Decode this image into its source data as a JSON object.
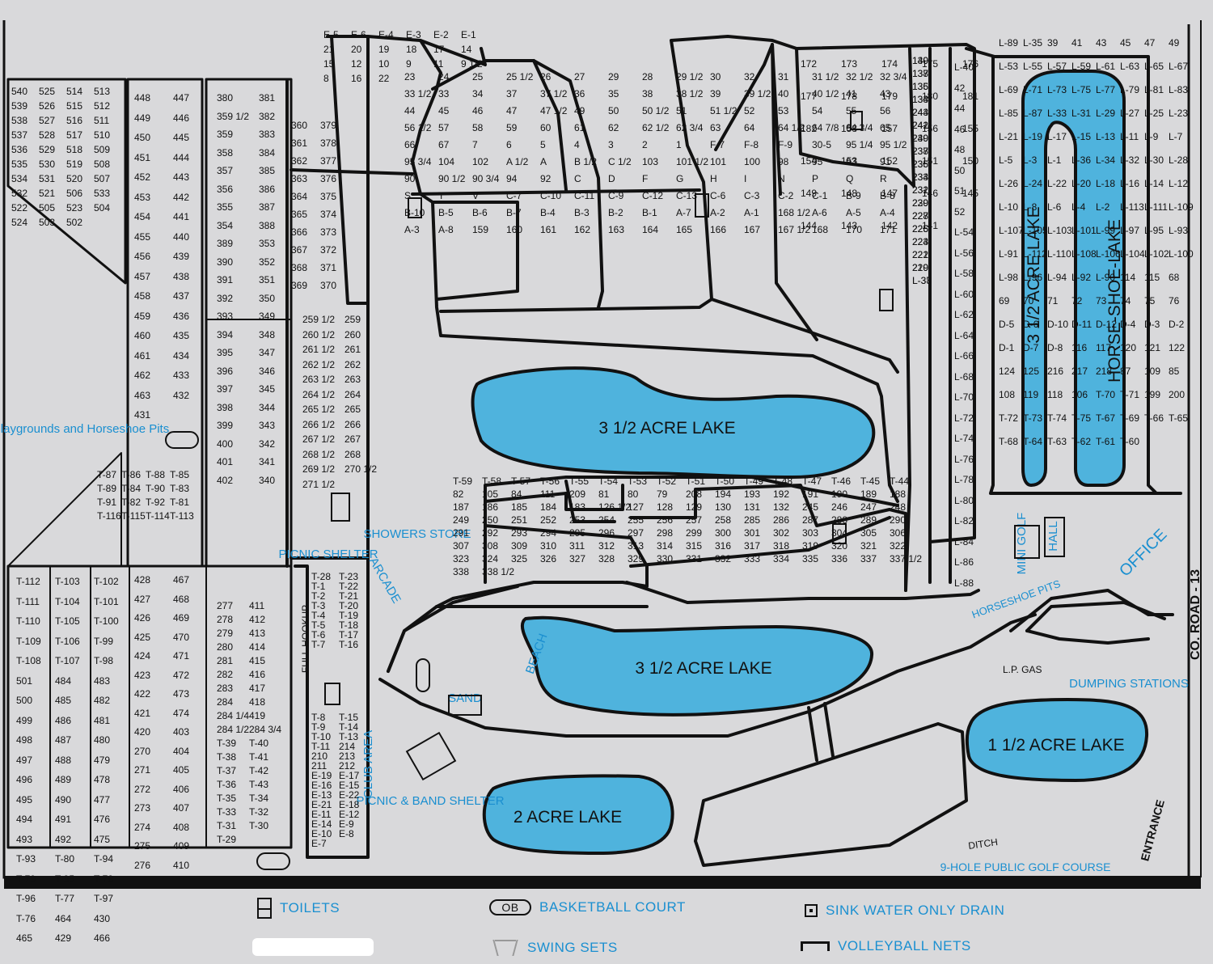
{
  "lakes": [
    {
      "id": "lake-center",
      "label": "3 1/2 ACRE LAKE"
    },
    {
      "id": "lake-lower",
      "label": "3 1/2 ACRE LAKE"
    },
    {
      "id": "lake-2acre",
      "label": "2 ACRE LAKE"
    },
    {
      "id": "lake-1half",
      "label": "1 1/2 ACRE LAKE"
    },
    {
      "id": "lake-right-vertical",
      "label": "3 1/2 ACRE LAKE"
    },
    {
      "id": "horseshoe-lake",
      "label": "HORSE-SHOE-LAKE"
    }
  ],
  "places": {
    "playgrounds": "Playgrounds and Horseshoe Pits",
    "picnic_shelter": "PICNIC SHELTER",
    "showers_store": "SHOWERS STORE",
    "arcade": "ARCADE",
    "full_hookup": "FULL HOOKUP",
    "club_area": "CLUB AREA",
    "picnic_band": "PICNIC & BAND SHELTER",
    "beach": "BEACH",
    "sand": "SAND",
    "mini_golf": "MINI GOLF",
    "hall": "HALL",
    "office": "OFFICE",
    "horseshoe_pits": "HORSESHOE PITS",
    "lp_gas": "L.P. GAS",
    "dumping": "DUMPING STATIONS",
    "entrance": "ENTRANCE",
    "co_road": "CO. ROAD - 13",
    "ditch": "DITCH",
    "golf_course": "9-HOLE PUBLIC GOLF COURSE"
  },
  "legend": {
    "toilets": "TOILETS",
    "basketball": "BASKETBALL COURT",
    "sink": "SINK WATER ONLY DRAIN",
    "swing": "SWING SETS",
    "volleyball": "VOLLEYBALL NETS"
  },
  "colors": {
    "lake": "#4fb3dd",
    "label_blue": "#1a8fd0",
    "road": "#111111",
    "background": "#d9d9db"
  },
  "lots": [
    "540",
    "525",
    "514",
    "513",
    "539",
    "526",
    "515",
    "512",
    "538",
    "527",
    "516",
    "511",
    "537",
    "528",
    "517",
    "510",
    "536",
    "529",
    "518",
    "509",
    "535",
    "530",
    "519",
    "508",
    "534",
    "531",
    "520",
    "507",
    "532",
    "521",
    "506",
    "533",
    "522",
    "505",
    "523",
    "504",
    "524",
    "503",
    "502",
    "448",
    "447",
    "449",
    "446",
    "450",
    "445",
    "451",
    "444",
    "452",
    "443",
    "453",
    "442",
    "454",
    "441",
    "455",
    "440",
    "456",
    "439",
    "457",
    "438",
    "458",
    "437",
    "459",
    "436",
    "460",
    "435",
    "461",
    "434",
    "462",
    "433",
    "463",
    "432",
    "431",
    "380",
    "381",
    "359 1/2",
    "382",
    "359",
    "383",
    "358",
    "384",
    "357",
    "385",
    "356",
    "386",
    "355",
    "387",
    "354",
    "388",
    "389",
    "353",
    "390",
    "352",
    "391",
    "351",
    "392",
    "350",
    "393",
    "349",
    "394",
    "348",
    "395",
    "347",
    "396",
    "346",
    "397",
    "345",
    "398",
    "344",
    "399",
    "343",
    "400",
    "342",
    "401",
    "341",
    "402",
    "340",
    "360",
    "379",
    "361",
    "378",
    "362",
    "377",
    "363",
    "376",
    "364",
    "375",
    "365",
    "374",
    "366",
    "373",
    "367",
    "372",
    "368",
    "371",
    "369",
    "370",
    "259 1/2",
    "259",
    "260 1/2",
    "260",
    "261 1/2",
    "261",
    "262 1/2",
    "262",
    "263 1/2",
    "263",
    "264 1/2",
    "264",
    "265 1/2",
    "265",
    "266 1/2",
    "266",
    "267 1/2",
    "267",
    "268 1/2",
    "268",
    "269 1/2",
    "270 1/2",
    "271 1/2",
    "T-87",
    "T-86",
    "T-88",
    "T-85",
    "T-89",
    "T-84",
    "T-90",
    "T-83",
    "T-91",
    "T-82",
    "T-92",
    "T-81",
    "T-116",
    "T-115",
    "T-114",
    "T-113",
    "T-112",
    "T-103",
    "T-102",
    "T-111",
    "T-104",
    "T-101",
    "T-110",
    "T-105",
    "T-100",
    "T-109",
    "T-106",
    "T-99",
    "T-108",
    "T-107",
    "T-98",
    "501",
    "484",
    "483",
    "500",
    "485",
    "482",
    "499",
    "486",
    "481",
    "498",
    "487",
    "480",
    "497",
    "488",
    "479",
    "496",
    "489",
    "478",
    "495",
    "490",
    "477",
    "494",
    "491",
    "476",
    "493",
    "492",
    "475",
    "T-93",
    "T-80",
    "T-94",
    "T-79",
    "T-95",
    "T-78",
    "T-96",
    "T-77",
    "T-97",
    "T-76",
    "464",
    "430",
    "465",
    "429",
    "466",
    "428",
    "467",
    "427",
    "468",
    "426",
    "469",
    "425",
    "470",
    "424",
    "471",
    "423",
    "472",
    "422",
    "473",
    "421",
    "474",
    "420",
    "403",
    "270",
    "404",
    "271",
    "405",
    "272",
    "406",
    "273",
    "407",
    "274",
    "408",
    "275",
    "409",
    "276",
    "410",
    "277",
    "411",
    "278",
    "412",
    "279",
    "413",
    "280",
    "414",
    "281",
    "415",
    "282",
    "416",
    "283",
    "417",
    "284",
    "418",
    "284 1/4",
    "419",
    "284 1/2",
    "284 3/4",
    "T-39",
    "T-40",
    "T-38",
    "T-41",
    "T-37",
    "T-42",
    "T-36",
    "T-43",
    "T-35",
    "T-34",
    "T-33",
    "T-32",
    "T-31",
    "T-30",
    "T-29",
    "T-28",
    "T-23",
    "T-1",
    "T-22",
    "T-2",
    "T-21",
    "T-3",
    "T-20",
    "T-4",
    "T-19",
    "T-5",
    "T-18",
    "T-6",
    "T-17",
    "T-7",
    "T-16",
    "T-8",
    "T-15",
    "T-9",
    "T-14",
    "T-10",
    "T-13",
    "T-11",
    "214",
    "210",
    "213",
    "211",
    "212",
    "E-19",
    "E-17",
    "E-16",
    "E-15",
    "E-13",
    "E-22",
    "E-21",
    "E-18",
    "E-11",
    "E-12",
    "E-14",
    "E-9",
    "E-10",
    "E-8",
    "E-7",
    "E-5",
    "E-6",
    "E-4",
    "E-3",
    "E-2",
    "E-1",
    "21",
    "20",
    "19",
    "18",
    "17",
    "14",
    "15",
    "12",
    "10",
    "9",
    "11",
    "9 1/2",
    "8",
    "16",
    "22",
    "23",
    "24",
    "25",
    "25 1/2",
    "26",
    "27",
    "29",
    "28",
    "29 1/2",
    "30",
    "32",
    "31",
    "31 1/2",
    "32 1/2",
    "32 3/4",
    "33 1/2",
    "33",
    "34",
    "37",
    "37 1/2",
    "36",
    "35",
    "38",
    "38 1/2",
    "39",
    "39 1/2",
    "40",
    "40 1/2",
    "41",
    "43",
    "44",
    "45",
    "46",
    "47",
    "47 1/2",
    "49",
    "50",
    "50 1/2",
    "51",
    "51 1/2",
    "52",
    "53",
    "54",
    "55",
    "56",
    "56 1/2",
    "57",
    "58",
    "59",
    "60",
    "61",
    "62",
    "62 1/2",
    "62 3/4",
    "63",
    "64",
    "64 1/2",
    "64 7/8",
    "64 3/4",
    "65",
    "66",
    "67",
    "7",
    "6",
    "5",
    "4",
    "3",
    "2",
    "1",
    "F-7",
    "F-8",
    "F-9",
    "30-5",
    "95 1/4",
    "95 1/2",
    "95 3/4",
    "104",
    "102",
    "A 1/2",
    "A",
    "B 1/2",
    "C 1/2",
    "103",
    "101 1/2",
    "101",
    "100",
    "98",
    "95",
    "93",
    "91",
    "90",
    "90 1/2",
    "90 3/4",
    "94",
    "92",
    "C",
    "D",
    "F",
    "G",
    "H",
    "I",
    "N",
    "P",
    "Q",
    "R",
    "S",
    "T",
    "V",
    "C-7",
    "C-10",
    "C-11",
    "C-9",
    "C-12",
    "C-13",
    "C-6",
    "C-3",
    "C-2",
    "C-1",
    "B-9",
    "B-8",
    "B-10",
    "B-5",
    "B-6",
    "B-7",
    "B-4",
    "B-3",
    "B-2",
    "B-1",
    "A-7",
    "A-2",
    "A-1",
    "168 1/2",
    "A-6",
    "A-5",
    "A-4",
    "A-3",
    "A-8",
    "159",
    "160",
    "161",
    "162",
    "163",
    "164",
    "165",
    "166",
    "167",
    "167 1/2",
    "168",
    "170",
    "171",
    "172",
    "173",
    "174",
    "175",
    "176",
    "177",
    "178",
    "179",
    "180",
    "181",
    "182",
    "158",
    "157",
    "156",
    "155",
    "154",
    "153",
    "152",
    "151",
    "150",
    "149",
    "148",
    "147",
    "146",
    "145",
    "144",
    "143",
    "142",
    "141",
    "140",
    "139",
    "138",
    "137",
    "136",
    "135",
    "134",
    "133",
    "244",
    "243",
    "242",
    "241",
    "240",
    "239",
    "238",
    "237",
    "236",
    "235",
    "234",
    "233",
    "232",
    "231",
    "230",
    "229",
    "228",
    "227",
    "226",
    "225",
    "224",
    "223",
    "222",
    "221",
    "220",
    "219",
    "L-37",
    "L-38",
    "L-40",
    "42",
    "44",
    "46",
    "48",
    "50",
    "51",
    "52",
    "L-54",
    "L-56",
    "L-58",
    "L-60",
    "L-62",
    "L-64",
    "L-66",
    "L-68",
    "L-70",
    "L-72",
    "L-74",
    "L-76",
    "L-78",
    "L-80",
    "L-82",
    "L-84",
    "L-86",
    "L-88",
    "L-89",
    "L-35",
    "39",
    "41",
    "43",
    "45",
    "47",
    "49",
    "L-53",
    "L-55",
    "L-57",
    "L-59",
    "L-61",
    "L-63",
    "L-65",
    "L-67",
    "L-69",
    "L-71",
    "L-73",
    "L-75",
    "L-77",
    "L-79",
    "L-81",
    "L-83",
    "L-85",
    "L-87",
    "L-33",
    "L-31",
    "L-29",
    "L-27",
    "L-25",
    "L-23",
    "L-21",
    "L-19",
    "L-17",
    "L-15",
    "L-13",
    "L-11",
    "L-9",
    "L-7",
    "L-5",
    "L-3",
    "L-1",
    "L-36",
    "L-34",
    "L-32",
    "L-30",
    "L-28",
    "L-26",
    "L-24",
    "L-22",
    "L-20",
    "L-18",
    "L-16",
    "L-14",
    "L-12",
    "L-10",
    "L-8",
    "L-6",
    "L-4",
    "L-2",
    "L-113",
    "L-111",
    "L-109",
    "L-107",
    "L-105",
    "L-103",
    "L-101",
    "L-99",
    "L-97",
    "L-95",
    "L-93",
    "L-91",
    "L-112",
    "L-110",
    "L-108",
    "L-106",
    "L-104",
    "L-102",
    "L-100",
    "L-98",
    "L-96",
    "L-94",
    "L-92",
    "L-90",
    "114",
    "115",
    "68",
    "69",
    "70",
    "71",
    "72",
    "73",
    "74",
    "75",
    "76",
    "D-5",
    "D-6",
    "D-10",
    "D-11",
    "D-12",
    "D-4",
    "D-3",
    "D-2",
    "D-1",
    "D-7",
    "D-8",
    "116",
    "117",
    "120",
    "121",
    "122",
    "124",
    "125",
    "216",
    "217",
    "218",
    "87",
    "109",
    "85",
    "108",
    "119",
    "118",
    "106",
    "T-70",
    "T-71",
    "199",
    "200",
    "T-72",
    "T-73",
    "T-74",
    "T-75",
    "T-67",
    "T-69",
    "T-66",
    "T-65",
    "T-68",
    "T-64",
    "T-63",
    "T-62",
    "T-61",
    "T-60",
    "T-59",
    "T-58",
    "T-57",
    "T-56",
    "T-55",
    "T-54",
    "T-53",
    "T-52",
    "T-51",
    "T-50",
    "T-49",
    "T-48",
    "T-47",
    "T-46",
    "T-45",
    "T-44",
    "82",
    "105",
    "84",
    "111",
    "209",
    "81",
    "80",
    "79",
    "208",
    "194",
    "193",
    "192",
    "191",
    "190",
    "189",
    "188",
    "187",
    "186",
    "185",
    "184",
    "183",
    "126 1/2",
    "127",
    "128",
    "129",
    "130",
    "131",
    "132",
    "245",
    "246",
    "247",
    "248",
    "249",
    "250",
    "251",
    "252",
    "253",
    "254",
    "255",
    "256",
    "257",
    "258",
    "285",
    "286",
    "287",
    "288",
    "289",
    "290",
    "291",
    "292",
    "293",
    "294",
    "295",
    "296",
    "297",
    "298",
    "299",
    "300",
    "301",
    "302",
    "303",
    "304",
    "305",
    "306",
    "307",
    "308",
    "309",
    "310",
    "311",
    "312",
    "313",
    "314",
    "315",
    "316",
    "317",
    "318",
    "319",
    "320",
    "321",
    "322",
    "323",
    "324",
    "325",
    "326",
    "327",
    "328",
    "329",
    "330",
    "331",
    "332",
    "333",
    "334",
    "335",
    "336",
    "337",
    "337 1/2",
    "338",
    "338 1/2"
  ]
}
